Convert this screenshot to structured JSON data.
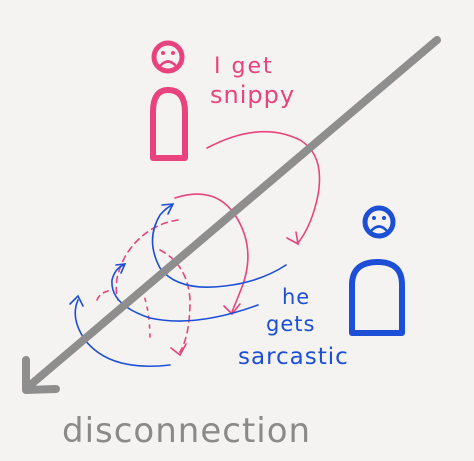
{
  "figure": {
    "background": "#f4f3f1",
    "pink": "#e8437f",
    "blue": "#1c4fd6",
    "gray": "#8e8e8e",
    "text_gray": "#8a8a8a"
  },
  "person_top": {
    "label_line1": "I get",
    "label_line2": "snippy",
    "face_icon": "sad-face-icon"
  },
  "person_bottom": {
    "label_line1": "he",
    "label_line2": "gets",
    "label_line3": "sarcastic",
    "face_icon": "sad-face-icon"
  },
  "arrow_label": "disconnection"
}
